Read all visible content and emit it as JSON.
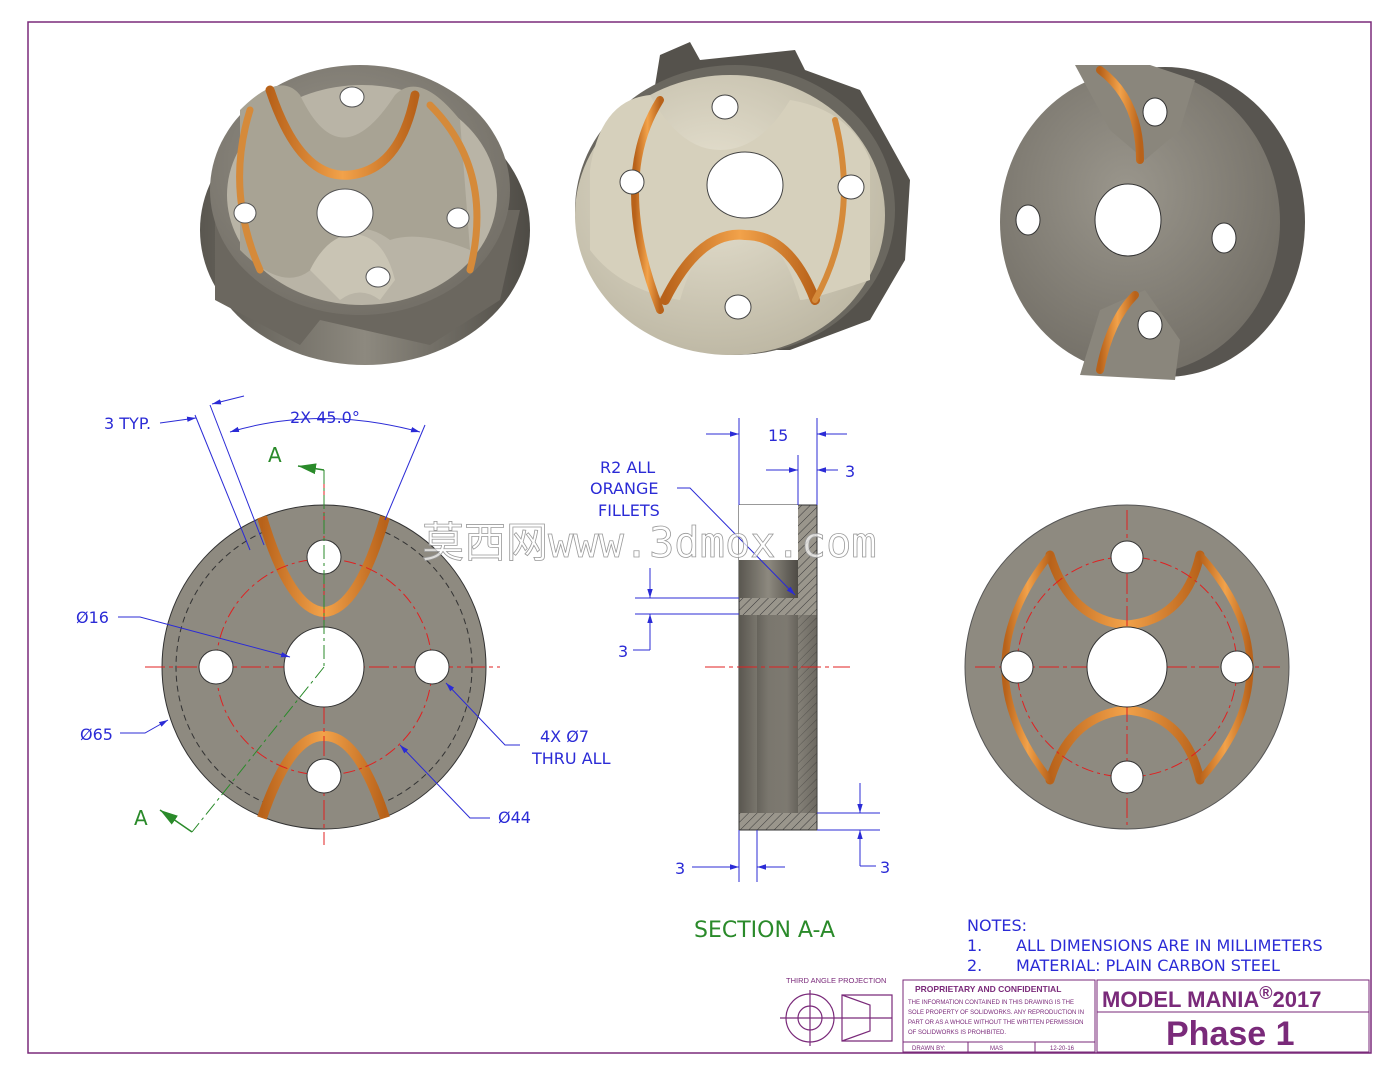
{
  "watermark": "莫西网www.3dmox.com",
  "dimensions": {
    "typ": "3 TYP.",
    "angle": "2X 45.0°",
    "section_label": "A",
    "hole_center_dia": "Ø16",
    "outer_dia": "Ø65",
    "bolt_circle_dia": "Ø44",
    "holes_line1": "4X Ø7",
    "holes_line2": "THRU ALL",
    "fillet_line1": "R2 ALL",
    "fillet_line2": "ORANGE",
    "fillet_line3": "FILLETS",
    "thickness": "15",
    "wall_top": "3",
    "floor": "3",
    "wall_left": "3",
    "wall_bottom": "3"
  },
  "section_title": "SECTION A-A",
  "notes": {
    "heading": "NOTES:",
    "items": [
      {
        "num": "1.",
        "text": "ALL DIMENSIONS ARE IN MILLIMETERS"
      },
      {
        "num": "2.",
        "text": "MATERIAL: PLAIN CARBON STEEL"
      }
    ]
  },
  "title_block": {
    "projection": "THIRD ANGLE PROJECTION",
    "proprietary_title": "PROPRIETARY AND CONFIDENTIAL",
    "proprietary_lines": [
      "THE INFORMATION CONTAINED IN THIS DRAWING IS THE",
      "SOLE PROPERTY OF SOLIDWORKS. ANY REPRODUCTION IN",
      "PART OR AS A WHOLE WITHOUT THE WRITTEN PERMISSION",
      "OF SOLIDWORKS IS PROHIBITED."
    ],
    "drawn_by_label": "DRAWN BY:",
    "drawn_by": "MAS",
    "date": "12-20-16",
    "model_mania": "MODEL MANIA",
    "registered": "®",
    "year": "2017",
    "phase": "Phase 1"
  },
  "colors": {
    "border": "#7a2a7a",
    "dimension": "#2b2bd6",
    "section": "#2a8a2a",
    "centerline": "#e02020",
    "fillet": "#e08a2a",
    "part_face": "#8e8a80",
    "part_face_light": "#d8d2c0"
  }
}
